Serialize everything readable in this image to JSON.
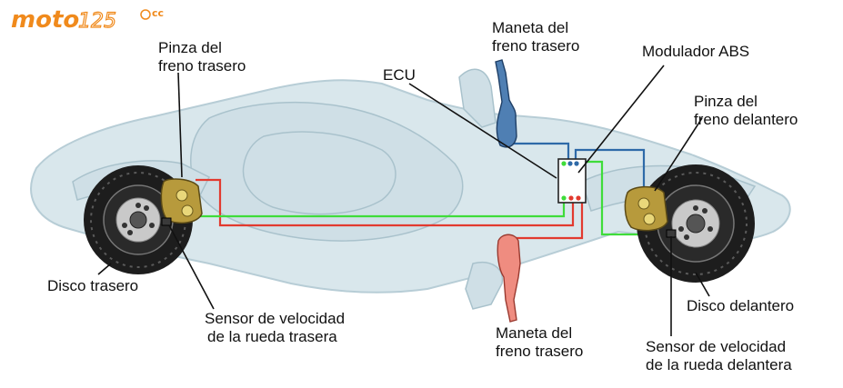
{
  "logo": {
    "main": "moto",
    "number": "125",
    "suffix": "cc"
  },
  "labels": {
    "pinza_trasero_l1": "Pinza del",
    "pinza_trasero_l2": "freno trasero",
    "disco_trasero": "Disco trasero",
    "sensor_trasero_l1": "Sensor de velocidad",
    "sensor_trasero_l2": "de la rueda trasera",
    "maneta_top_l1": "Maneta del",
    "maneta_top_l2": "freno trasero",
    "ecu": "ECU",
    "modulador": "Modulador ABS",
    "pinza_delantero_l1": "Pinza del",
    "pinza_delantero_l2": "freno delantero",
    "disco_delantero": "Disco delantero",
    "sensor_delantero_l1": "Sensor de velocidad",
    "sensor_delantero_l2": "de la rueda delantera",
    "maneta_bottom_l1": "Maneta del",
    "maneta_bottom_l2": "freno trasero"
  },
  "colors": {
    "logo": "#f08a1c",
    "scooter_body": "#d9e7ec",
    "disc": "#1d1d1d",
    "caliper": "#b79a3c",
    "brake_line_red": "#e23a2f",
    "brake_line_blue": "#2e6aa8",
    "sensor_wire_green": "#3fdc3a",
    "lever_blue": "#4f7fb3",
    "lever_red": "#ef8c80"
  },
  "icons": {
    "rear_disc": "brake-disc-icon",
    "front_disc": "brake-disc-icon",
    "rear_caliper": "brake-caliper-icon",
    "front_caliper": "brake-caliper-icon",
    "abs_unit": "abs-modulator-icon",
    "top_lever": "brake-lever-icon",
    "bottom_lever": "brake-lever-icon"
  }
}
